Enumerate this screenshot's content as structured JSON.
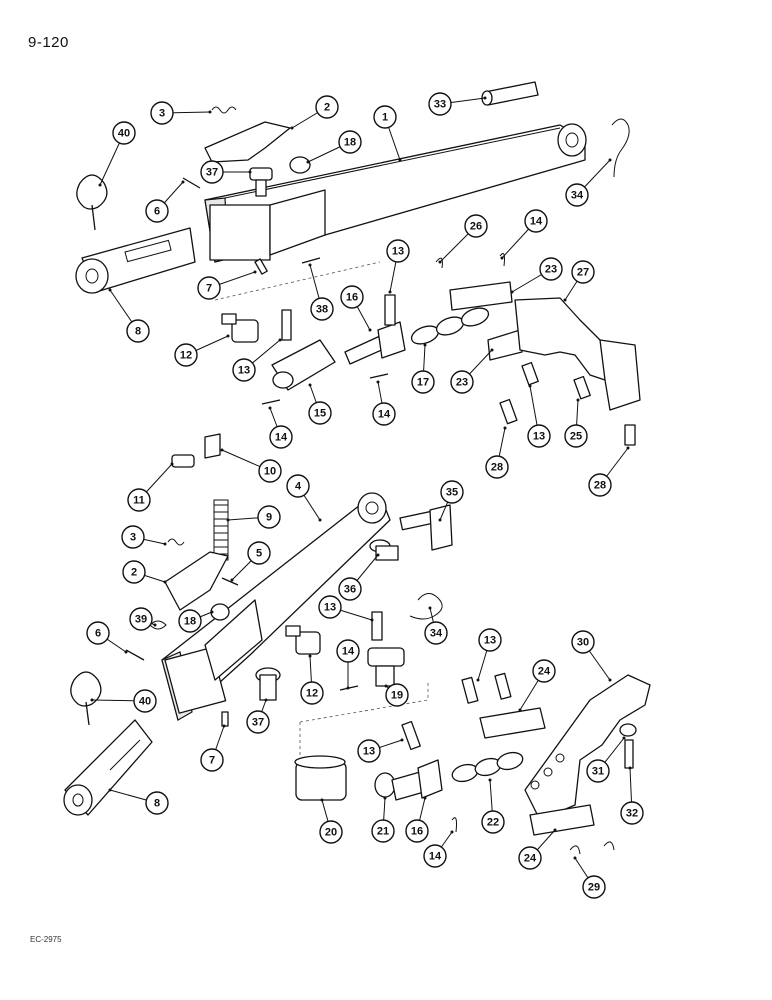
{
  "page": {
    "number": "9-120",
    "figure_code": "EC-2975"
  },
  "callouts": {
    "top": [
      "3",
      "2",
      "1",
      "33",
      "40",
      "37",
      "18",
      "6",
      "34",
      "26",
      "14",
      "13",
      "23",
      "27",
      "7",
      "38",
      "16",
      "8",
      "12",
      "13",
      "17",
      "23",
      "15",
      "14",
      "14",
      "13",
      "25",
      "28",
      "28"
    ],
    "bottom": [
      "10",
      "11",
      "4",
      "35",
      "9",
      "3",
      "5",
      "2",
      "36",
      "18",
      "39",
      "13",
      "34",
      "6",
      "13",
      "14",
      "30",
      "24",
      "12",
      "19",
      "40",
      "37",
      "13",
      "7",
      "8",
      "31",
      "32",
      "24",
      "20",
      "21",
      "16",
      "22",
      "14",
      "29"
    ]
  }
}
